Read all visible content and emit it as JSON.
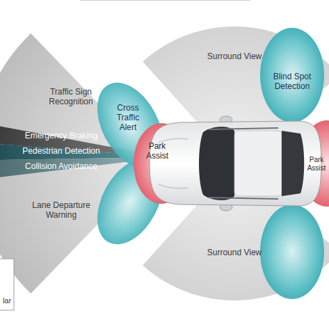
{
  "diagram": {
    "labels": [
      "Surround View",
      "Blind Spot Detection",
      "Traffic Sign Recognition",
      "Cross Traffic Alert",
      "Emergency Braking",
      "Pedestrian Detection",
      "Collision Avoidance",
      "Park Assist",
      "Park Assist",
      "Lane Departure Warning",
      "Surround View",
      "lar"
    ]
  }
}
